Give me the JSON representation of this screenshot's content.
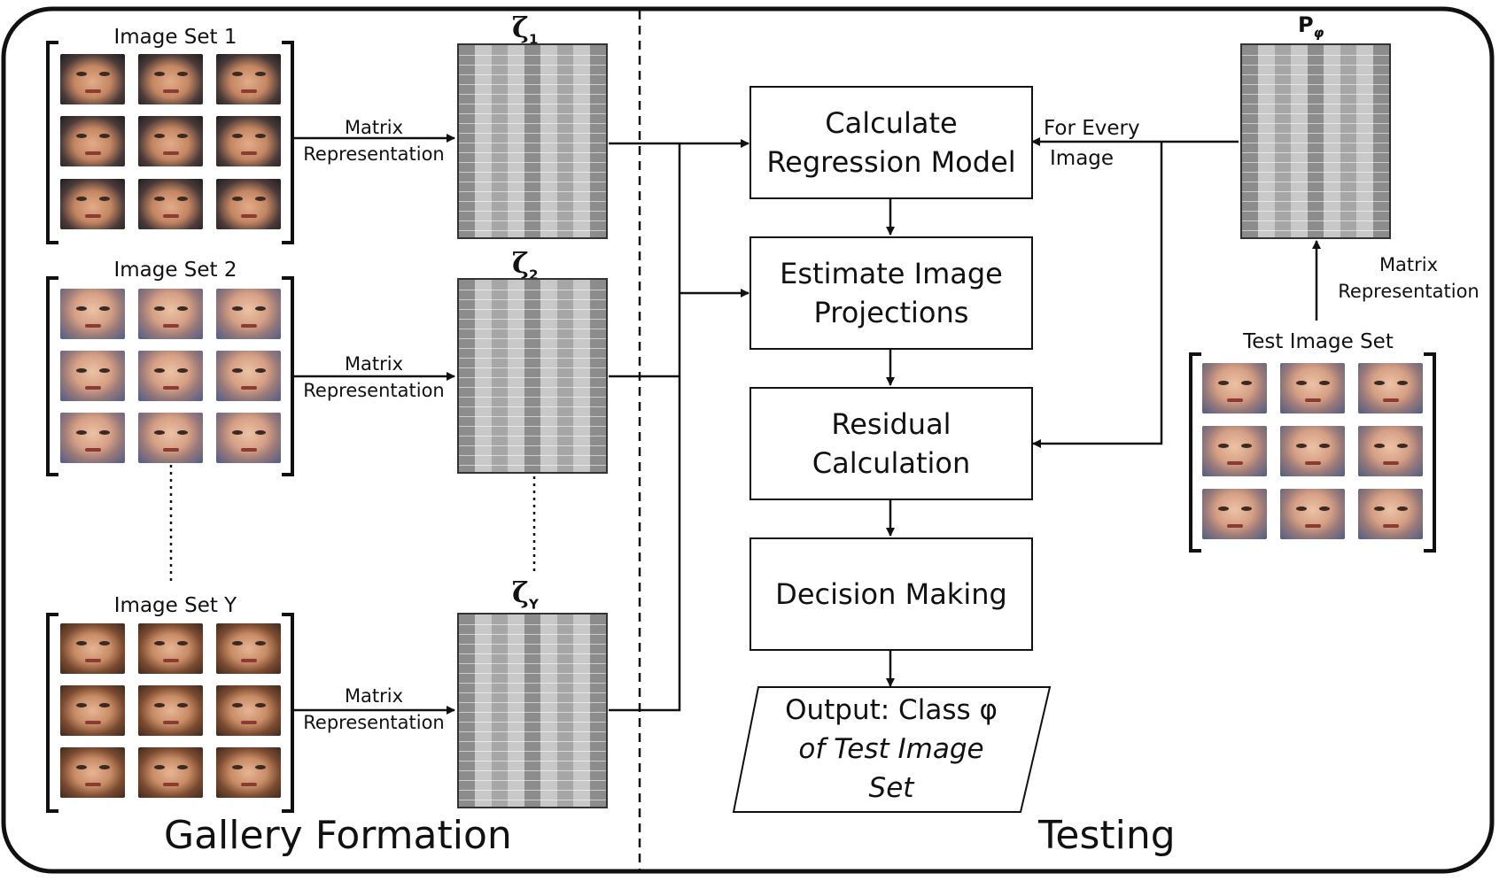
{
  "gallery": {
    "sets": [
      {
        "title": "Image Set 1",
        "face_tone": "dark"
      },
      {
        "title": "Image Set 2",
        "face_tone": "blue"
      },
      {
        "title": "Image Set Y",
        "face_tone": "brown"
      }
    ],
    "arrow_label_line1": "Matrix",
    "arrow_label_line2": "Representation",
    "matrices": [
      {
        "symbol": "ζ",
        "subscript": "1"
      },
      {
        "symbol": "ζ",
        "subscript": "2"
      },
      {
        "symbol": "ζ",
        "subscript": "Y"
      }
    ],
    "section_label": "Gallery Formation"
  },
  "testing": {
    "steps": [
      {
        "line1": "Calculate",
        "line2": "Regression Model"
      },
      {
        "line1": "Estimate Image",
        "line2": "Projections"
      },
      {
        "line1": "Residual",
        "line2": "Calculation"
      },
      {
        "line1": "Decision Making",
        "line2": ""
      }
    ],
    "output": {
      "line1": "Output: Class φ",
      "line2": "of Test Image",
      "line3": "Set"
    },
    "for_every_line1": "For Every",
    "for_every_line2": "Image",
    "test_matrix": {
      "symbol": "P",
      "subscript": "φ"
    },
    "matrix_rep_line1": "Matrix",
    "matrix_rep_line2": "Representation",
    "test_set_title": "Test Image Set",
    "section_label": "Testing"
  },
  "colors": {
    "stripe_dark": "#8c8c8c",
    "stripe_mid": "#a6a6a6",
    "stripe_light": "#c8c8c8",
    "stroke": "#111111"
  }
}
